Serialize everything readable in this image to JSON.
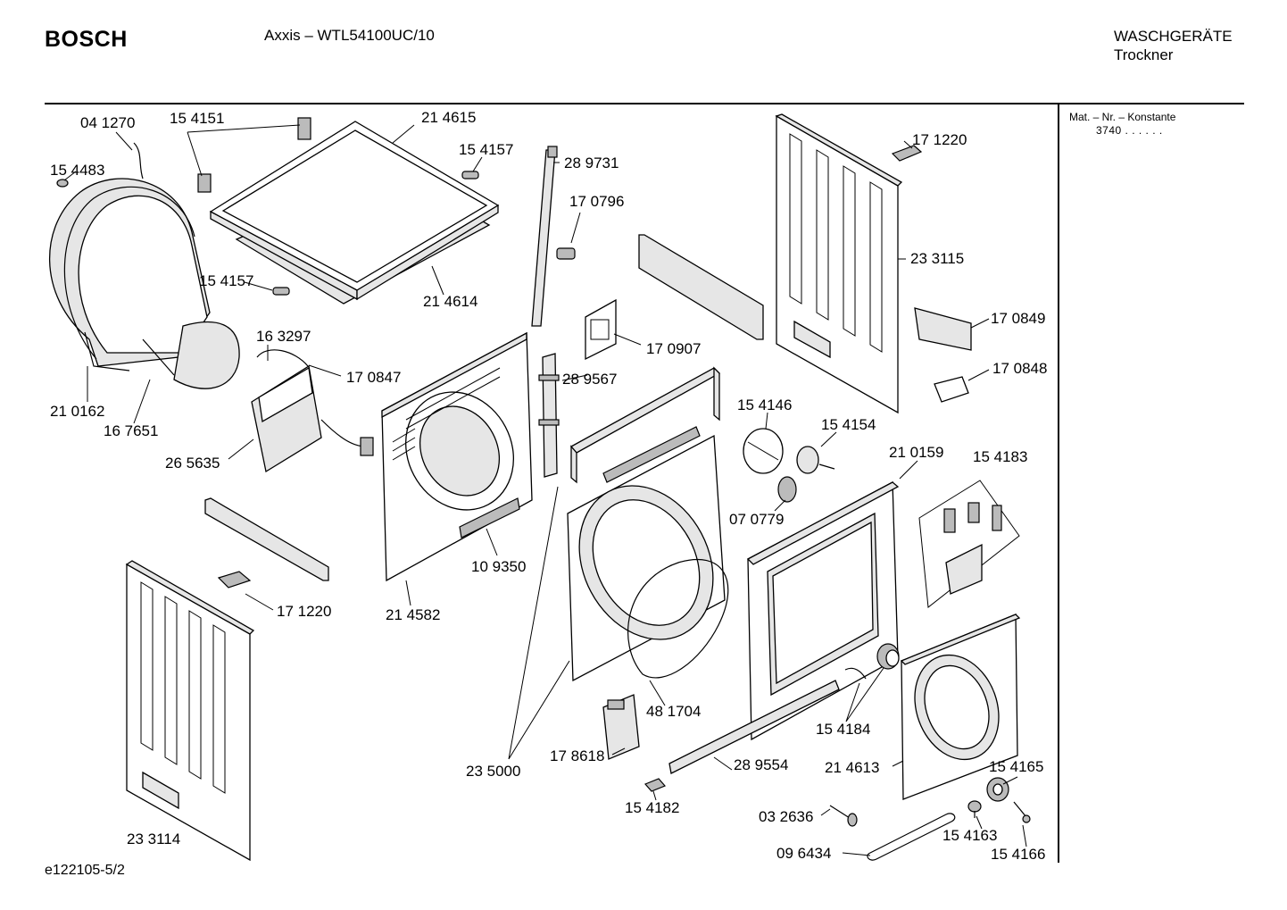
{
  "header": {
    "brand": "BOSCH",
    "model": "Axxis – WTL54100UC/10",
    "category_line1": "WASCHGERÄTE",
    "category_line2": "Trockner"
  },
  "sidebar": {
    "mat_label": "Mat. – Nr. – Konstante",
    "mat_value": "3740  .  .  .  .  .  ."
  },
  "footer": {
    "drawing_id": "e122105-5/2"
  },
  "parts": [
    {
      "number": "04 1270"
    },
    {
      "number": "15 4151"
    },
    {
      "number": "21 4615"
    },
    {
      "number": "15 4157"
    },
    {
      "number": "28 9731"
    },
    {
      "number": "17 1220"
    },
    {
      "number": "15 4483"
    },
    {
      "number": "17 0796"
    },
    {
      "number": "23 3115"
    },
    {
      "number": "15 4157"
    },
    {
      "number": "21 4614"
    },
    {
      "number": "16 3297"
    },
    {
      "number": "17 0849"
    },
    {
      "number": "17 0847"
    },
    {
      "number": "17 0907"
    },
    {
      "number": "17 0848"
    },
    {
      "number": "28 9567"
    },
    {
      "number": "21 0162"
    },
    {
      "number": "16 7651"
    },
    {
      "number": "15 4146"
    },
    {
      "number": "15 4154"
    },
    {
      "number": "26 5635"
    },
    {
      "number": "21 0159"
    },
    {
      "number": "15 4183"
    },
    {
      "number": "07 0779"
    },
    {
      "number": "10 9350"
    },
    {
      "number": "17 1220"
    },
    {
      "number": "21 4582"
    },
    {
      "number": "48 1704"
    },
    {
      "number": "15 4184"
    },
    {
      "number": "17 8618"
    },
    {
      "number": "28 9554"
    },
    {
      "number": "21 4613"
    },
    {
      "number": "15 4165"
    },
    {
      "number": "23 5000"
    },
    {
      "number": "15 4182"
    },
    {
      "number": "03 2636"
    },
    {
      "number": "15 4163"
    },
    {
      "number": "23 3114"
    },
    {
      "number": "09 6434"
    },
    {
      "number": "15 4166"
    }
  ]
}
